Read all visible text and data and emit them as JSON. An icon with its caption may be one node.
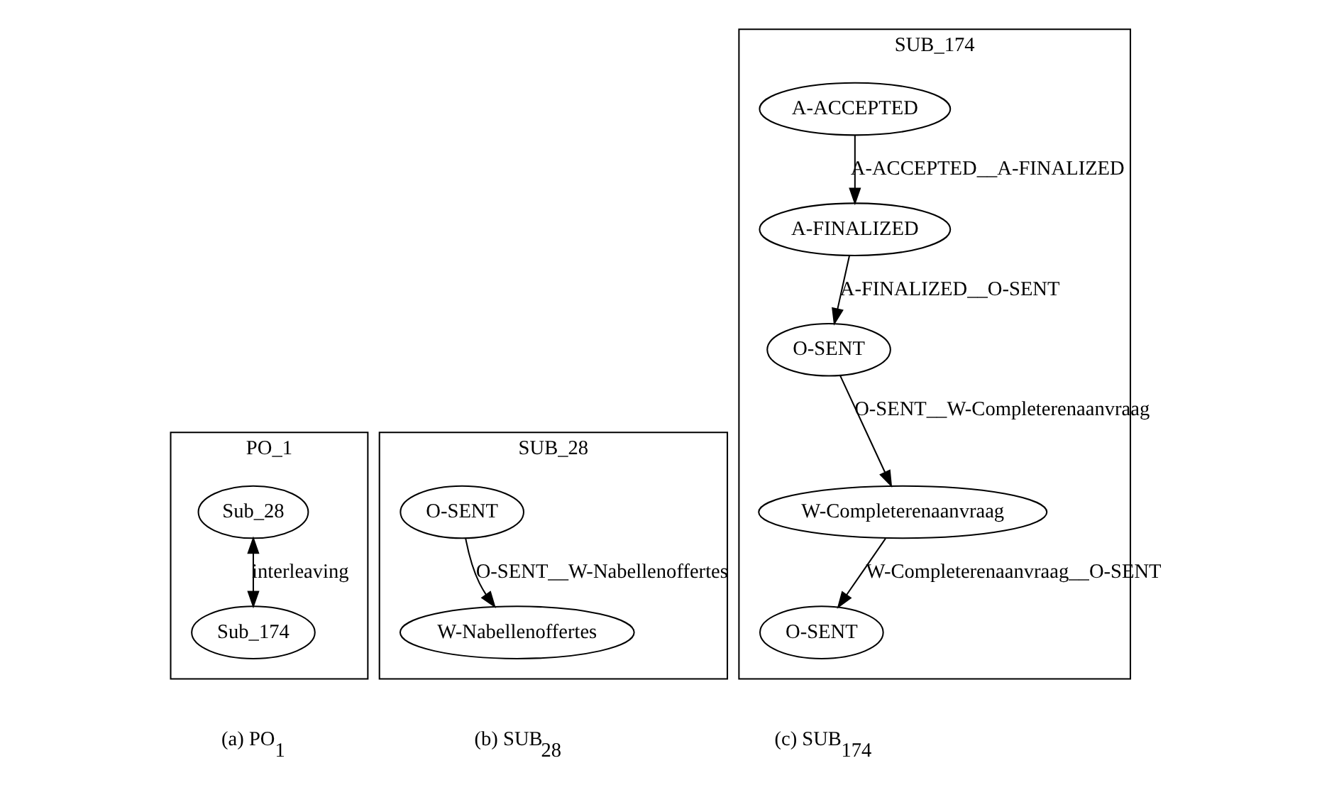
{
  "diagram": {
    "nodes": [
      {
        "text": [
          "PO_1"
        ]
      },
      {
        "text": [
          "Sub_28"
        ],
        "in": 0
      },
      {
        "text": [
          "Sub_174"
        ],
        "in": 0
      },
      {
        "text": [
          "SUB_28"
        ]
      },
      {
        "text": [
          "O-SENT"
        ],
        "in": 3
      },
      {
        "text": [
          "W-Nabellenoffertes"
        ],
        "in": 3
      },
      {
        "text": [
          "SUB_174"
        ]
      },
      {
        "text": [
          "A-ACCEPTED"
        ],
        "in": 6
      },
      {
        "text": [
          "A-FINALIZED"
        ],
        "in": 6
      },
      {
        "text": [
          "O-SENT"
        ],
        "in": 6
      },
      {
        "text": [
          "W-Completerenaanvraag"
        ],
        "in": 6
      },
      {
        "text": [
          "O-SENT"
        ],
        "in": 6
      }
    ],
    "edges": [
      {
        "from": 1,
        "to": 2,
        "arrow": "both",
        "label": "interleaving"
      },
      {
        "from": 4,
        "to": 5,
        "arrow": "to",
        "label": "O-SENT__W-Nabellenoffertes"
      },
      {
        "from": 7,
        "to": 8,
        "arrow": "to",
        "label": "A-ACCEPTED__A-FINALIZED"
      },
      {
        "from": 8,
        "to": 9,
        "arrow": "to",
        "label": "A-FINALIZED__O-SENT"
      },
      {
        "from": 9,
        "to": 10,
        "arrow": "to",
        "label": "O-SENT__W-Completerenaanvraag"
      },
      {
        "from": 10,
        "to": 11,
        "arrow": "to",
        "label": "W-Completerenaanvraag__O-SENT"
      }
    ],
    "labels": [
      "(a) PO$_{1}$",
      "(b) SUB$_{28}$",
      "(c) SUB$_{174}$"
    ]
  }
}
